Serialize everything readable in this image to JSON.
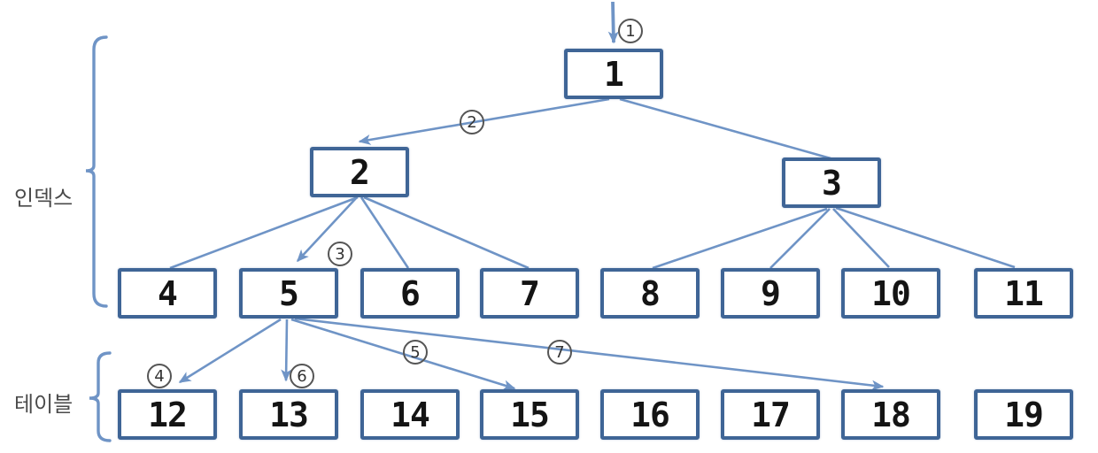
{
  "diagram_type": "b-tree-index-access-path",
  "groups": [
    {
      "label": "인덱스",
      "nodes": [
        "1",
        "2",
        "3",
        "4",
        "5",
        "6",
        "7",
        "8",
        "9",
        "10",
        "11"
      ]
    },
    {
      "label": "테이블",
      "nodes": [
        "12",
        "13",
        "14",
        "15",
        "16",
        "17",
        "18",
        "19"
      ]
    }
  ],
  "tree": {
    "nodes": [
      "1",
      "2",
      "3",
      "4",
      "5",
      "6",
      "7",
      "8",
      "9",
      "10",
      "11",
      "12",
      "13",
      "14",
      "15",
      "16",
      "17",
      "18",
      "19"
    ],
    "levels": [
      [
        "1"
      ],
      [
        "2",
        "3"
      ],
      [
        "4",
        "5",
        "6",
        "7",
        "8",
        "9",
        "10",
        "11"
      ],
      [
        "12",
        "13",
        "14",
        "15",
        "16",
        "17",
        "18",
        "19"
      ]
    ]
  },
  "steps": [
    "1",
    "2",
    "3",
    "4",
    "5",
    "6",
    "7"
  ],
  "edges": [
    {
      "from": "entry",
      "to": "1",
      "step": "1",
      "arrow": true
    },
    {
      "from": "1",
      "to": "2",
      "step": "2",
      "arrow": true
    },
    {
      "from": "1",
      "to": "3",
      "arrow": false
    },
    {
      "from": "2",
      "to": "4",
      "arrow": false
    },
    {
      "from": "2",
      "to": "5",
      "step": "3",
      "arrow": true
    },
    {
      "from": "2",
      "to": "6",
      "arrow": false
    },
    {
      "from": "2",
      "to": "7",
      "arrow": false
    },
    {
      "from": "3",
      "to": "8",
      "arrow": false
    },
    {
      "from": "3",
      "to": "9",
      "arrow": false
    },
    {
      "from": "3",
      "to": "10",
      "arrow": false
    },
    {
      "from": "3",
      "to": "11",
      "arrow": false
    },
    {
      "from": "5",
      "to": "12",
      "step": "4",
      "arrow": true
    },
    {
      "from": "5",
      "to": "13",
      "step": "6",
      "arrow": true
    },
    {
      "from": "5",
      "to": "15",
      "step": "5",
      "arrow": true
    },
    {
      "from": "5",
      "to": "18",
      "step": "7",
      "arrow": true
    }
  ],
  "colors": {
    "box_border": "#3f6596",
    "line": "#6f94c6",
    "node_text": "#141414",
    "step_circle": "#555555",
    "side_label_text": "#4a4a4a"
  }
}
